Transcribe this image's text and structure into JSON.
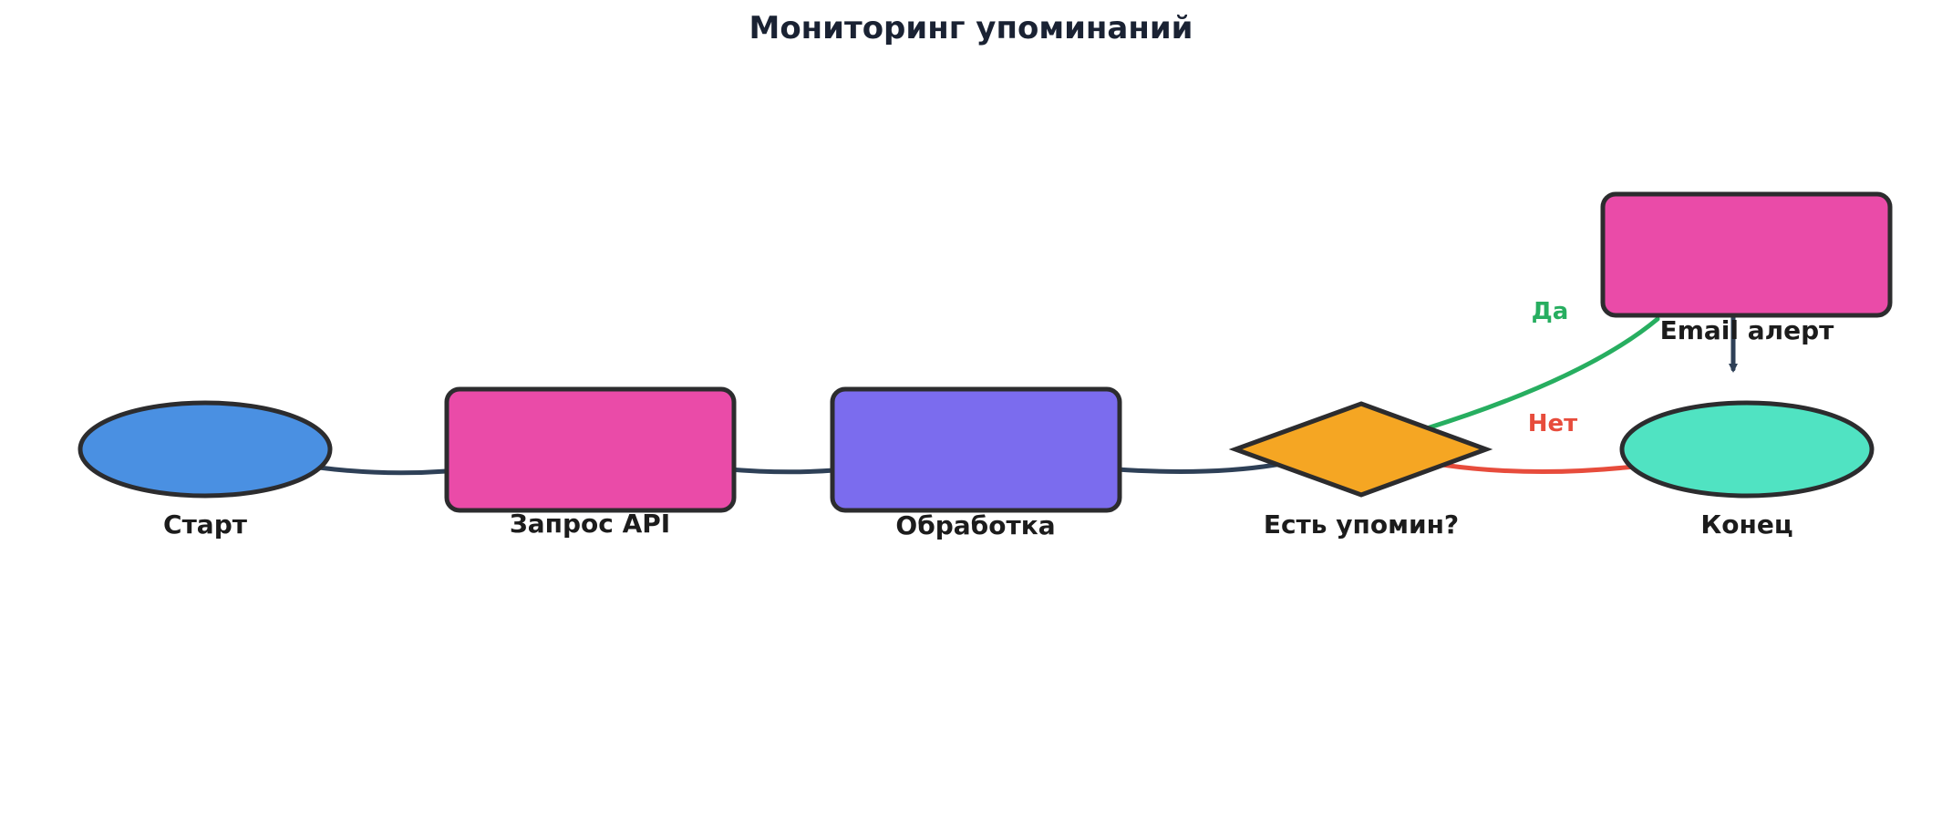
{
  "title": "Мониторинг упоминаний",
  "colors": {
    "title": "#1a2233",
    "text": "#1c1c1c",
    "outline": "#2c2c2e",
    "edge": "#2e4057",
    "yes": "#27ae60",
    "no": "#e74c3c"
  },
  "nodes": {
    "start": {
      "label": "Старт",
      "shape": "ellipse",
      "color": "#4a90e2"
    },
    "api": {
      "label": "Запрос API",
      "shape": "rect",
      "color": "#ea4ba8"
    },
    "process": {
      "label": "Обработка",
      "shape": "rect",
      "color": "#7b6cee"
    },
    "decision": {
      "label": "Есть упомин?",
      "shape": "diamond",
      "color": "#f5a623"
    },
    "email": {
      "label": "Email алерт",
      "shape": "rect",
      "color": "#ea4ba8"
    },
    "end": {
      "label": "Конец",
      "shape": "ellipse",
      "color": "#50e3c2"
    }
  },
  "edges": {
    "yes_label": "Да",
    "no_label": "Нет"
  }
}
